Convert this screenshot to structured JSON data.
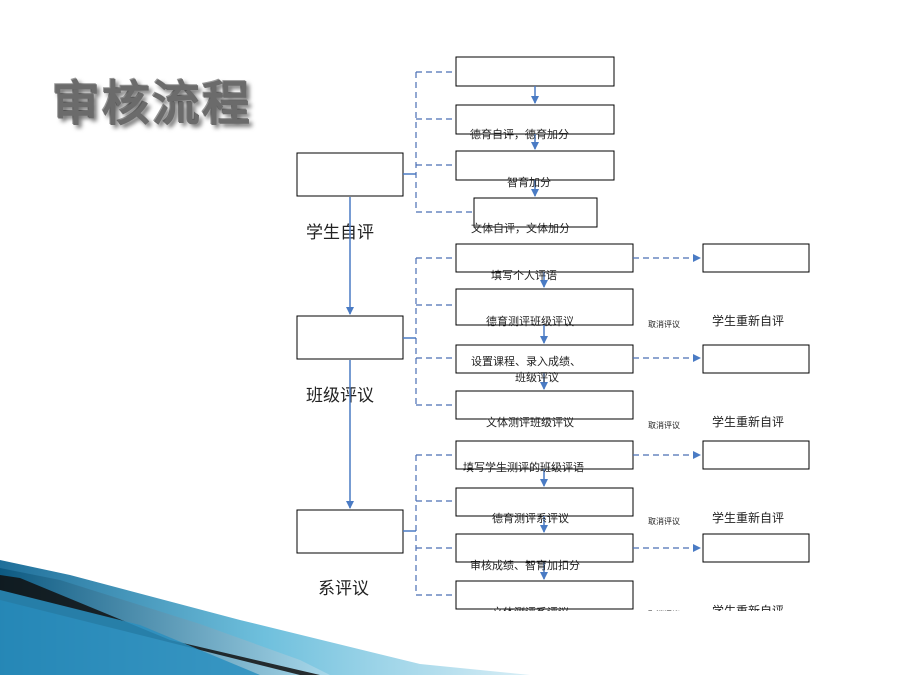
{
  "title": "审核流程",
  "stages": [
    {
      "label": "学生自评"
    },
    {
      "label": "班级评议"
    },
    {
      "label": "系评议"
    }
  ],
  "stage1_steps": [
    "德育自评，德育加分",
    "智育加分",
    "文体自评，文体加分",
    "填写个人评语"
  ],
  "stage2_steps": [
    "德育测评班级评议",
    "设置课程、录入成绩、",
    "班级评议",
    "文体测评班级评议"
  ],
  "stage3_steps": [
    "填写学生测评的班级评语",
    "德育测评系评议",
    "审核成绩、智育加扣分",
    "文体测评系评议"
  ],
  "cancel_label": "取消评议",
  "redo_label": "学生重新自评",
  "colors": {
    "arrow": "#4a7bc4",
    "dashed": "#4a6fb5",
    "title": "#6b6b6b",
    "deco_blue": "#2a8fc0"
  }
}
